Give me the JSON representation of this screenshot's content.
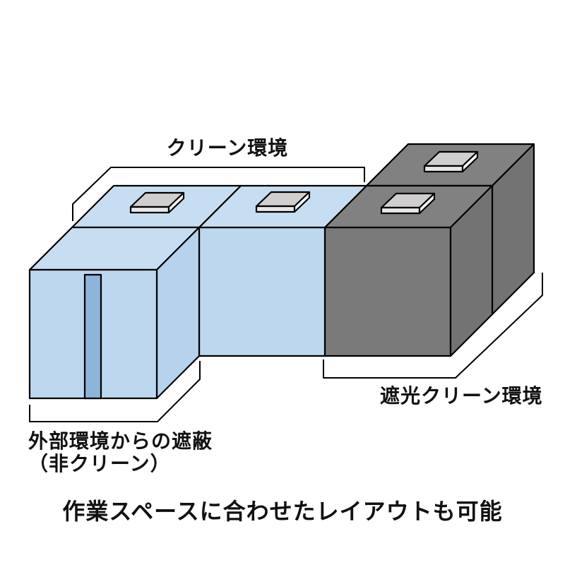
{
  "diagram": {
    "labels": {
      "clean": "クリーン環境",
      "shaded_clean": "遮光クリーン環境",
      "external_shield_line1": "外部環境からの遮蔽",
      "external_shield_line2": "（非クリーン）"
    },
    "caption": "作業スペースに合わせたレイアウトも可能",
    "colors": {
      "clean_front": "#bdd7ee",
      "clean_top": "#c7def2",
      "clean_side": "#b7d3ec",
      "door_stripe": "#8db4d9",
      "dark_front": "#7a7a7a",
      "dark_top": "#818181",
      "dark_side": "#737373",
      "fan_top": "#d0cece",
      "fan_front": "#e9e8e8",
      "fan_side": "#fafafa",
      "background": "#ffffff",
      "text": "#111111"
    },
    "modules": {
      "clean_boxes": 2,
      "hidden_clean_box": 1,
      "dark_boxes": 2,
      "fan_units": 4
    }
  }
}
